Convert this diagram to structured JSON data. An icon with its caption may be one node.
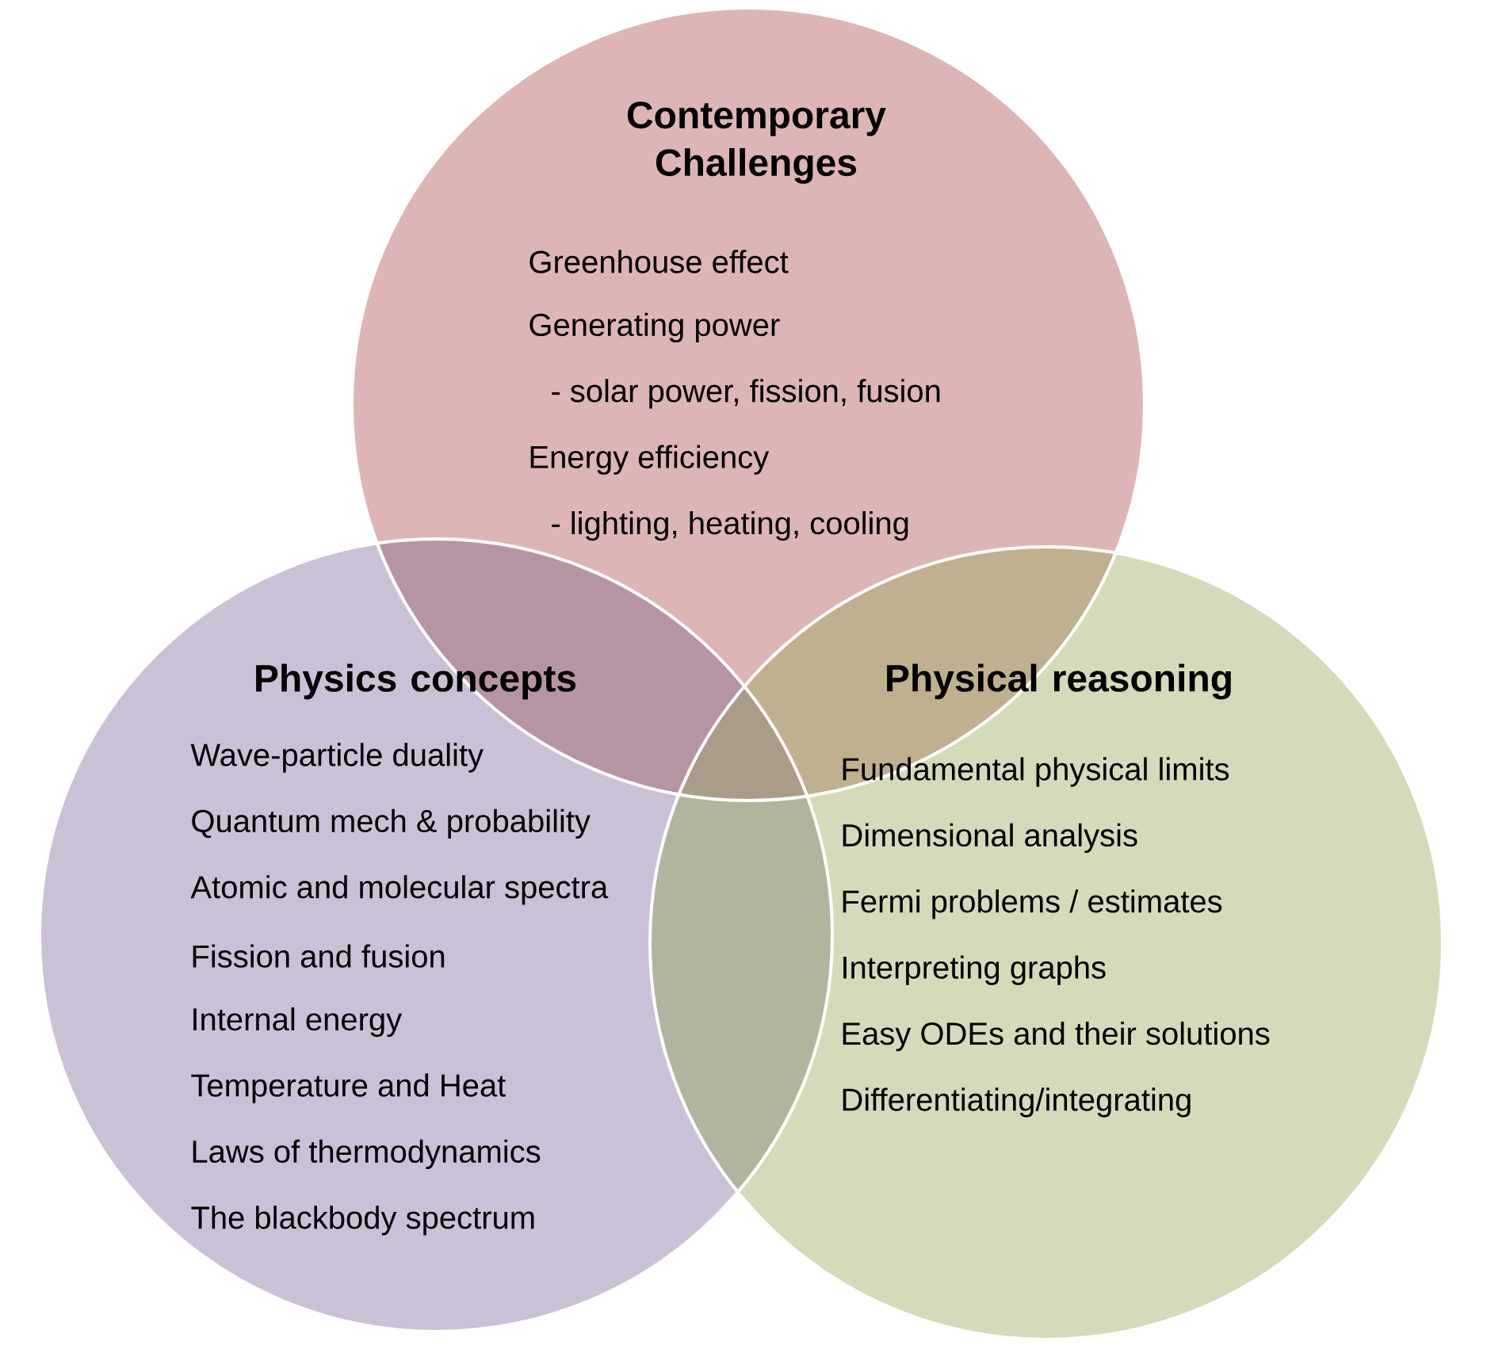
{
  "diagram": {
    "nodes": [
      {
        "text": [
          "Contemporary Challenges",
          "Greenhouse effect",
          "Generating power",
          "- solar power, fission, fusion",
          "Energy efficiency",
          "- lighting, heating, cooling"
        ]
      },
      {
        "text": [
          "Physics concepts",
          "Wave-particle duality",
          "Quantum mech & probability",
          "Atomic and molecular spectra",
          "Fission and fusion",
          "Internal energy",
          "Temperature and Heat",
          "Laws of thermodynamics",
          "The blackbody spectrum"
        ]
      },
      {
        "text": [
          "Physical reasoning",
          "Fundamental physical limits",
          "Dimensional analysis",
          "Fermi problems / estimates",
          "Interpreting graphs",
          "Easy ODEs and their solutions",
          "Differentiating/integrating"
        ]
      }
    ]
  }
}
